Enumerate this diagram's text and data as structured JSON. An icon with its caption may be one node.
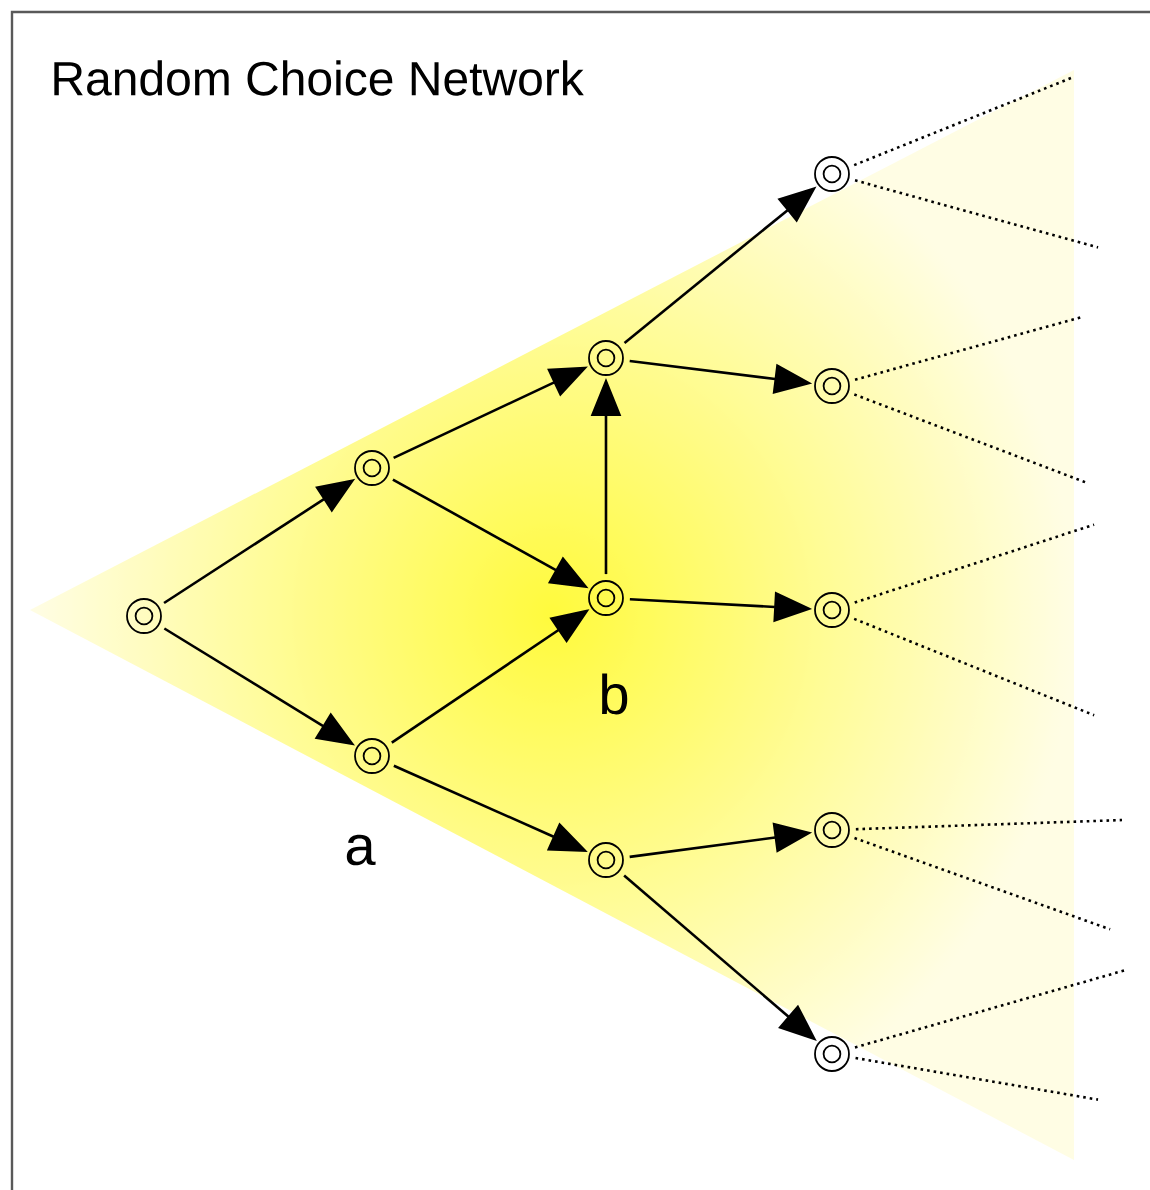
{
  "diagram": {
    "title": "Random Choice Network",
    "nodes": [
      {
        "text": [],
        "shape": "circle"
      },
      {
        "text": [],
        "shape": "circle"
      },
      {
        "text": [],
        "shape": "circle",
        "beside": [
          "a"
        ]
      },
      {
        "text": [],
        "shape": "circle"
      },
      {
        "text": [],
        "shape": "circle",
        "beside": [
          "b"
        ]
      },
      {
        "text": [],
        "shape": "circle"
      },
      {
        "text": [],
        "shape": "circle"
      },
      {
        "text": [],
        "shape": "circle"
      },
      {
        "text": [],
        "shape": "circle"
      },
      {
        "text": [],
        "shape": "circle"
      },
      {
        "text": [],
        "shape": "circle"
      }
    ],
    "edges": [
      {
        "from": 0,
        "to": 1,
        "arrow": "to"
      },
      {
        "from": 0,
        "to": 2,
        "arrow": "to"
      },
      {
        "from": 1,
        "to": 3,
        "arrow": "to"
      },
      {
        "from": 1,
        "to": 4,
        "arrow": "to"
      },
      {
        "from": 2,
        "to": 4,
        "arrow": "to"
      },
      {
        "from": 2,
        "to": 5,
        "arrow": "to"
      },
      {
        "from": 4,
        "to": 3,
        "arrow": "to"
      },
      {
        "from": 3,
        "to": 6,
        "arrow": "to"
      },
      {
        "from": 3,
        "to": 7,
        "arrow": "to"
      },
      {
        "from": 4,
        "to": 8,
        "arrow": "to"
      },
      {
        "from": 5,
        "to": 9,
        "arrow": "to"
      },
      {
        "from": 5,
        "to": 10,
        "arrow": "to"
      },
      {
        "from": 6,
        "to": null,
        "arrow": "none",
        "style": "dashed"
      },
      {
        "from": 6,
        "to": null,
        "arrow": "none",
        "style": "dashed"
      },
      {
        "from": 7,
        "to": null,
        "arrow": "none",
        "style": "dashed"
      },
      {
        "from": 7,
        "to": null,
        "arrow": "none",
        "style": "dashed"
      },
      {
        "from": 8,
        "to": null,
        "arrow": "none",
        "style": "dashed"
      },
      {
        "from": 8,
        "to": null,
        "arrow": "none",
        "style": "dashed"
      },
      {
        "from": 9,
        "to": null,
        "arrow": "none",
        "style": "dashed"
      },
      {
        "from": 9,
        "to": null,
        "arrow": "none",
        "style": "dashed"
      },
      {
        "from": 10,
        "to": null,
        "arrow": "none",
        "style": "dashed"
      },
      {
        "from": 10,
        "to": null,
        "arrow": "none",
        "style": "dashed"
      }
    ]
  }
}
